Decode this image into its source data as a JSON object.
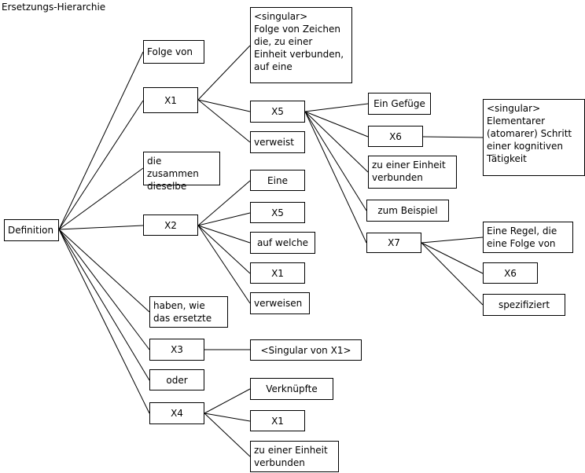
{
  "title": "Ersetzungs-Hierarchie",
  "nodes": {
    "definition": "Definition",
    "folge_von": "Folge von",
    "x1": "X1",
    "x1_singular": "<singular>\nFolge von Zeichen\ndie, zu einer\nEinheit verbunden,\nauf eine",
    "x5": "X5",
    "verweist": "verweist",
    "ein_gefuege": "Ein Gefüge",
    "x6": "X6",
    "x6_singular": "<singular>\nElementarer\n(atomarer) Schritt\neiner kognitiven\nTätigkeit",
    "zu_einer_einheit_verbunden": "zu einer Einheit\nverbunden",
    "zum_beispiel": "zum Beispiel",
    "x7": "X7",
    "eine_regel": "Eine Regel, die\neine Folge von",
    "x7_x6": "X6",
    "spezifiziert": "spezifiziert",
    "die_zusammen": "die zusammen\ndieselbe",
    "x2": "X2",
    "eine": "Eine",
    "x2_x5": "X5",
    "auf_welche": "auf welche",
    "x2_x1": "X1",
    "verweisen": "verweisen",
    "haben_wie": "haben, wie\ndas ersetzte",
    "x3": "X3",
    "singular_von_x1": "<Singular von X1>",
    "oder": "oder",
    "x4": "X4",
    "verknuepfte": "Verknüpfte",
    "x4_x1": "X1",
    "x4_zu_einer_einheit": "zu einer Einheit\nverbunden"
  }
}
